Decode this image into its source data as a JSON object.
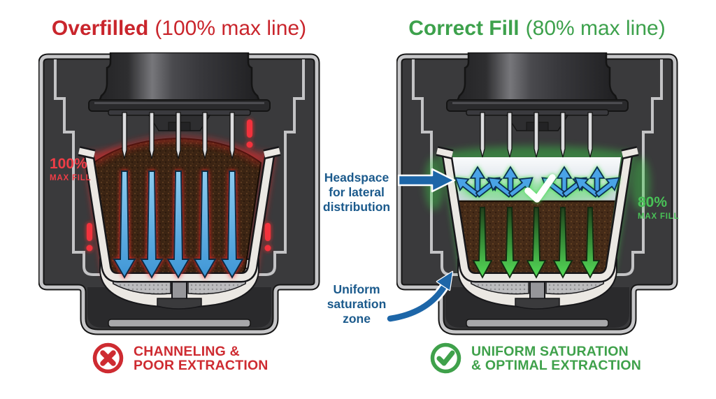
{
  "left_panel": {
    "title_main": "Overfilled",
    "title_detail": "(100% max line)",
    "max_fill_value": "100%",
    "max_fill_caption": "MAX FILL",
    "verdict_line1": "CHANNELING &",
    "verdict_line2": "POOR EXTRACTION"
  },
  "right_panel": {
    "title_main": "Correct Fill",
    "title_detail": "(80% max line)",
    "max_fill_value": "80%",
    "max_fill_caption": "MAX FILL",
    "verdict_line1": "UNIFORM SATURATION",
    "verdict_line2": "& OPTIMAL EXTRACTION"
  },
  "annotations": {
    "headspace": {
      "line1": "Headspace",
      "line2": "for lateral",
      "line3": "distribution"
    },
    "saturation": {
      "line1": "Uniform",
      "line2": "saturation",
      "line3": "zone"
    }
  },
  "icons": {
    "left_verdict": "x-circle-icon",
    "right_verdict": "check-circle-icon",
    "headspace_pointer": "arrow-right-icon",
    "saturation_pointer": "curved-arrow-icon"
  },
  "colors": {
    "title_red": "#c9252c",
    "label_red_bright": "#ef3d47",
    "title_green": "#3da14c",
    "label_green_bright": "#49c257",
    "annotation_blue": "#1b5a8c",
    "pointer_arrow_blue": "#1d66a8",
    "water_arrow_blue": "#58a9e0",
    "housing_dark": "#3a3a3c",
    "housing_trim": "#c6c6c8",
    "basket_white": "#ebe8e3",
    "coffee_brown": "#3f2817",
    "background": "#ffffff"
  }
}
